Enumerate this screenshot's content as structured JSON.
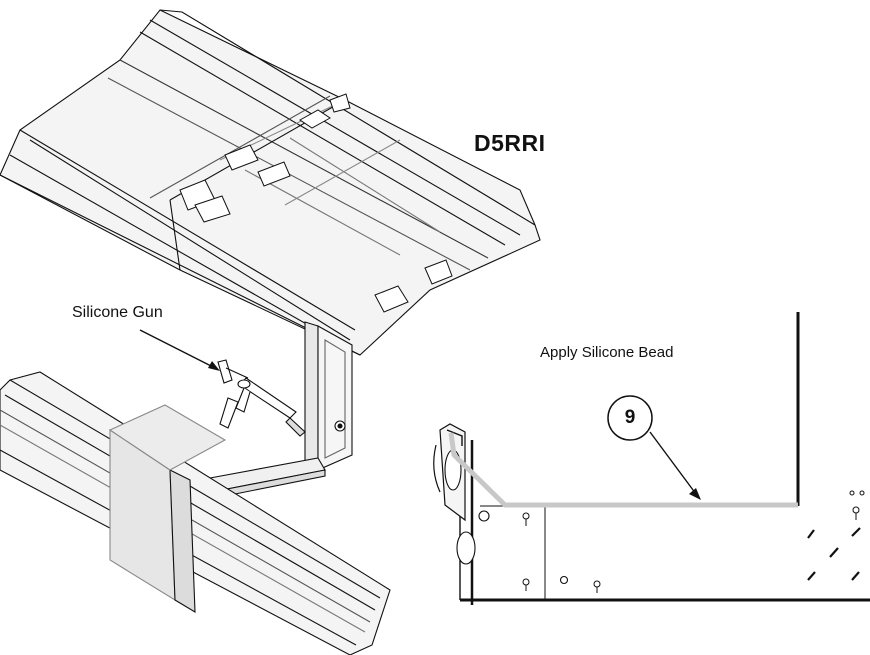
{
  "labels": {
    "model": "D5RRI",
    "silicone_gun": "Silicone Gun",
    "apply_bead": "Apply Silicone Bead",
    "callout": "9"
  },
  "colors": {
    "ink": "#111111",
    "bead": "#c8c8c8",
    "panel_fill": "#f4f4f4",
    "panel_shade": "#e6e6e6"
  }
}
